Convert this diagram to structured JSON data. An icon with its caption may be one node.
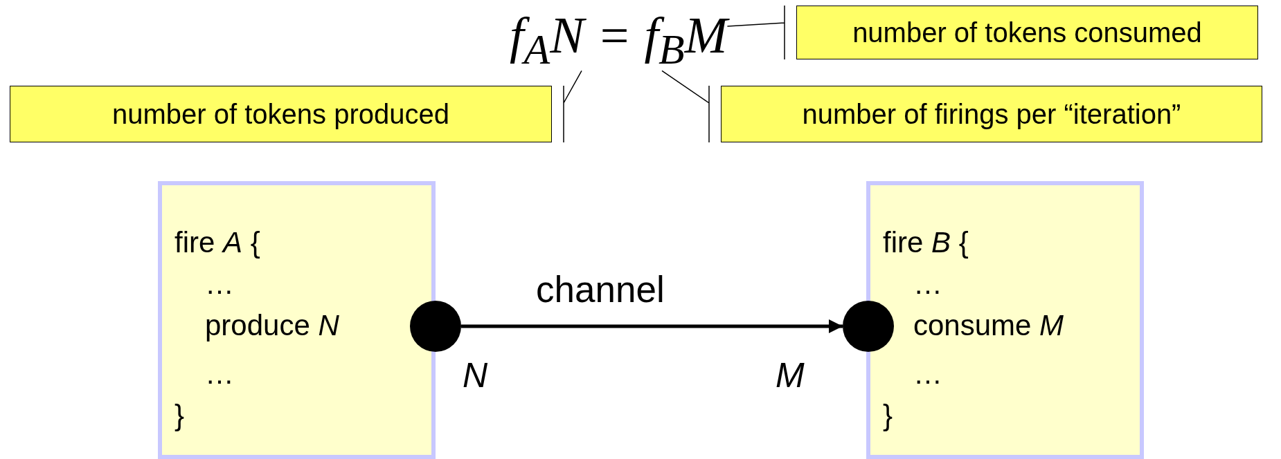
{
  "diagram": {
    "nodes": [
      {
        "text": [
          "f$_{A}$N = f$_{B}$M"
        ]
      },
      {
        "text": [
          "number of tokens consumed"
        ]
      },
      {
        "text": [
          "number of tokens produced"
        ]
      },
      {
        "text": [
          "number of firings per “iteration”"
        ]
      },
      {
        "text": [
          "fire *A* {",
          "…",
          "produce *N*",
          "…",
          "}"
        ]
      },
      {
        "text": [],
        "shape": "circle",
        "beside": [
          "N"
        ]
      },
      {
        "text": [],
        "shape": "circle",
        "beside": [
          "M"
        ]
      },
      {
        "text": [
          "fire *B* {",
          "…",
          "consume *M*",
          "…",
          "}"
        ]
      }
    ],
    "edges": [
      {
        "from": 1,
        "to": 0,
        "arrow": "none"
      },
      {
        "from": 2,
        "to": 0,
        "arrow": "none"
      },
      {
        "from": 3,
        "to": 0,
        "arrow": "none"
      },
      {
        "from": 5,
        "to": 6,
        "arrow": "to",
        "label": "channel",
        "style": "thick"
      }
    ]
  }
}
